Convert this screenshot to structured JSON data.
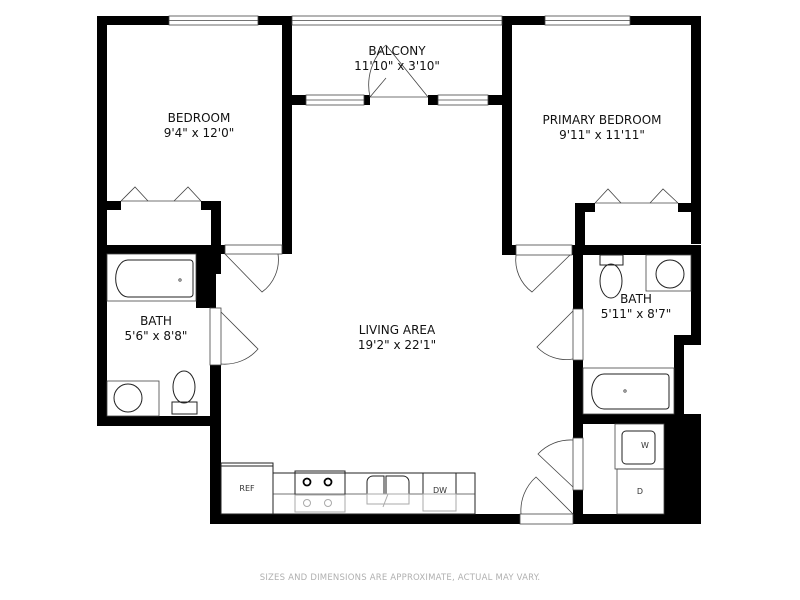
{
  "plan": {
    "rooms": [
      {
        "id": "bedroom",
        "name": "BEDROOM",
        "dims": "9'4\" x 12'0\""
      },
      {
        "id": "balcony",
        "name": "BALCONY",
        "dims": "11'10\" x 3'10\""
      },
      {
        "id": "primary-bedroom",
        "name": "PRIMARY BEDROOM",
        "dims": "9'11\" x 11'11\""
      },
      {
        "id": "bath-left",
        "name": "BATH",
        "dims": "5'6\" x 8'8\""
      },
      {
        "id": "living-area",
        "name": "LIVING AREA",
        "dims": "19'2\" x 22'1\""
      },
      {
        "id": "bath-right",
        "name": "BATH",
        "dims": "5'11\" x 8'7\""
      }
    ],
    "appliances": {
      "ref": "REF",
      "dw": "DW",
      "washer": "W",
      "dryer": "D"
    },
    "disclaimer": "SIZES AND DIMENSIONS ARE APPROXIMATE, ACTUAL MAY VARY."
  }
}
